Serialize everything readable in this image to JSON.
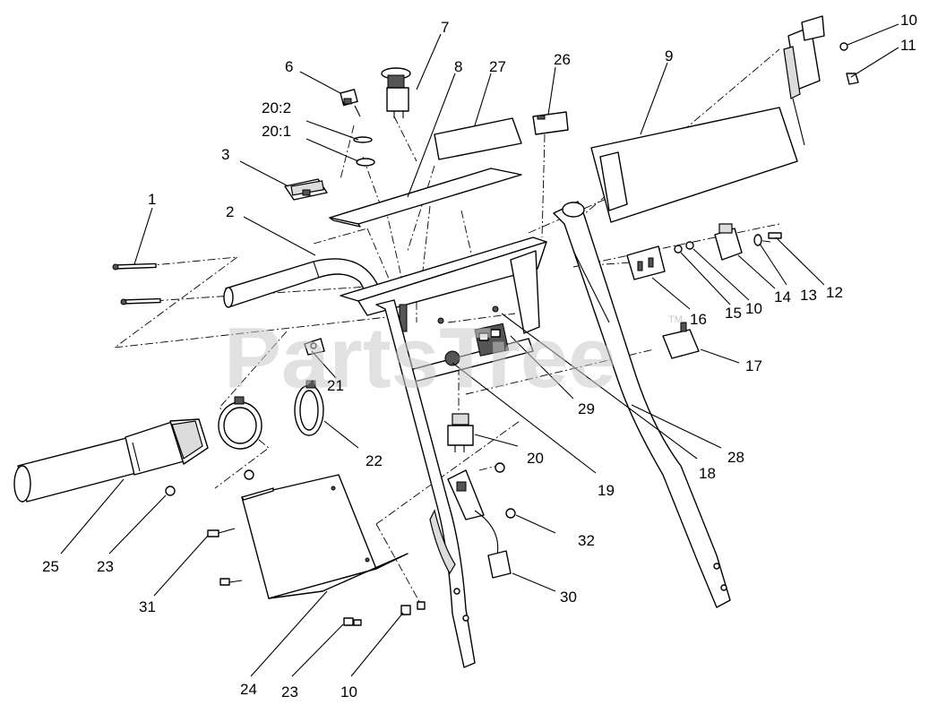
{
  "watermark": {
    "text": "PartsTree",
    "trademark": "TM"
  },
  "callouts": [
    {
      "id": "c-1",
      "label": "1"
    },
    {
      "id": "c-2",
      "label": "2"
    },
    {
      "id": "c-3",
      "label": "3"
    },
    {
      "id": "c-6",
      "label": "6"
    },
    {
      "id": "c-7",
      "label": "7"
    },
    {
      "id": "c-8",
      "label": "8"
    },
    {
      "id": "c-9",
      "label": "9"
    },
    {
      "id": "c-10a",
      "label": "10"
    },
    {
      "id": "c-10b",
      "label": "10"
    },
    {
      "id": "c-10c",
      "label": "10"
    },
    {
      "id": "c-11",
      "label": "11"
    },
    {
      "id": "c-12",
      "label": "12"
    },
    {
      "id": "c-13",
      "label": "13"
    },
    {
      "id": "c-14",
      "label": "14"
    },
    {
      "id": "c-15",
      "label": "15"
    },
    {
      "id": "c-16",
      "label": "16"
    },
    {
      "id": "c-17",
      "label": "17"
    },
    {
      "id": "c-18",
      "label": "18"
    },
    {
      "id": "c-19",
      "label": "19"
    },
    {
      "id": "c-20a",
      "label": "20:2"
    },
    {
      "id": "c-20b",
      "label": "20:1"
    },
    {
      "id": "c-20c",
      "label": "20"
    },
    {
      "id": "c-21",
      "label": "21"
    },
    {
      "id": "c-22",
      "label": "22"
    },
    {
      "id": "c-23a",
      "label": "23"
    },
    {
      "id": "c-23b",
      "label": "23"
    },
    {
      "id": "c-24",
      "label": "24"
    },
    {
      "id": "c-25",
      "label": "25"
    },
    {
      "id": "c-26",
      "label": "26"
    },
    {
      "id": "c-27",
      "label": "27"
    },
    {
      "id": "c-28",
      "label": "28"
    },
    {
      "id": "c-29",
      "label": "29"
    },
    {
      "id": "c-30",
      "label": "30"
    },
    {
      "id": "c-31",
      "label": "31"
    },
    {
      "id": "c-32",
      "label": "32"
    }
  ]
}
